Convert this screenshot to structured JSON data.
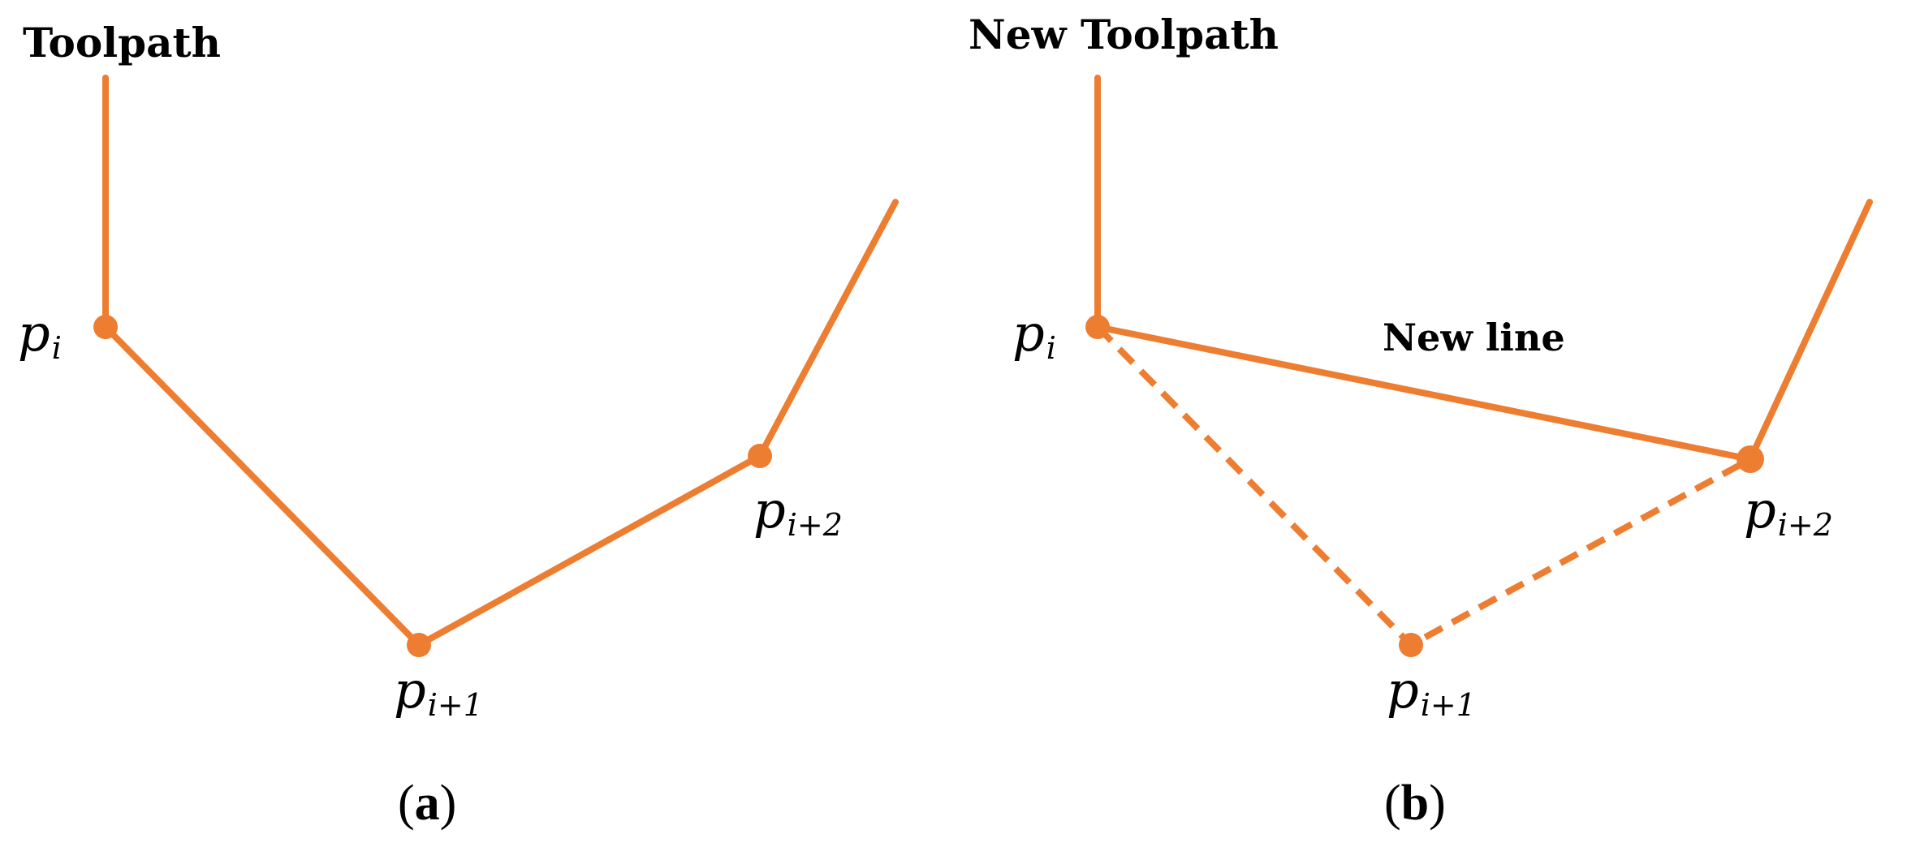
{
  "colors": {
    "toolpath": "#ED7D31",
    "text": "#000000"
  },
  "panel_a": {
    "title": "Toolpath",
    "caption_letter": "a",
    "caption_open": "(",
    "caption_close": ")",
    "labels": {
      "p_i_main": "p",
      "p_i_sub": "i",
      "p_i1_main": "p",
      "p_i1_sub": "i+1",
      "p_i2_main": "p",
      "p_i2_sub": "i+2"
    }
  },
  "panel_b": {
    "title": "New Toolpath",
    "new_line_label": "New line",
    "caption_letter": "b",
    "caption_open": "(",
    "caption_close": ")",
    "labels": {
      "p_i_main": "p",
      "p_i_sub": "i",
      "p_i1_main": "p",
      "p_i1_sub": "i+1",
      "p_i2_main": "p",
      "p_i2_sub": "i+2"
    }
  }
}
